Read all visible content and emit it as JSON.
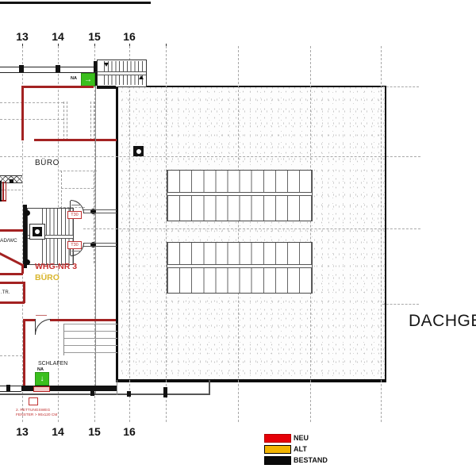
{
  "plan": {
    "floor_title": "DACHGES",
    "grid_top": [
      "13",
      "14",
      "15",
      "16"
    ],
    "grid_bottom": [
      "13",
      "14",
      "15",
      "16"
    ],
    "labels": {
      "buero_top": "BÜRO",
      "whg_nr": "WHG-NR 3",
      "whg_buero": "BÜRO",
      "schlafen": "SCHLAFEN",
      "bad_wc": "AD/WC",
      "tr": ".TR.",
      "na_top": "NA",
      "na_bottom": "NA",
      "t30_upper": "T30",
      "t30_lower": "T30",
      "rescue_line1": "2. RETTUNGSWEG",
      "rescue_line2": "FENSTER > 90x120 CM"
    },
    "icons": {
      "exit_arrow_right": "→",
      "exit_arrow_down": "↓"
    }
  },
  "legend": {
    "items": [
      {
        "label": "NEU",
        "color": "#e60008"
      },
      {
        "label": "ALT",
        "color": "#f2b400"
      },
      {
        "label": "BESTAND",
        "color": "#0a0a0a"
      }
    ]
  },
  "colors": {
    "neu_wall": "#a32222",
    "exit_green": "#3abf1d",
    "bestand_wall": "#121212"
  }
}
